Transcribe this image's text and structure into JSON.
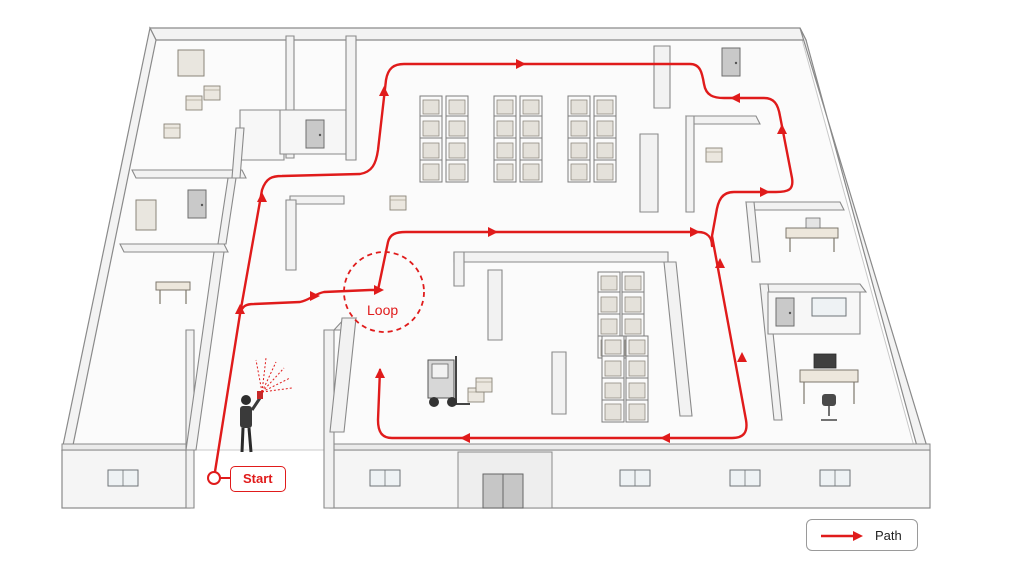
{
  "labels": {
    "start": "Start",
    "loop": "Loop"
  },
  "legend": {
    "path": "Path"
  },
  "colors": {
    "path": "#e01b1b",
    "wall": "#f4f4f4",
    "wall_edge": "#8a8a8a",
    "floor": "#fbfbfb"
  },
  "icons": [
    "person-icon",
    "forklift-icon",
    "pallet-icon",
    "shelf-rack-icon",
    "door-icon",
    "window-icon",
    "desk-icon",
    "office-chair-icon",
    "monitor-icon",
    "table-icon",
    "sensor-rays-icon",
    "arrow-icon"
  ]
}
